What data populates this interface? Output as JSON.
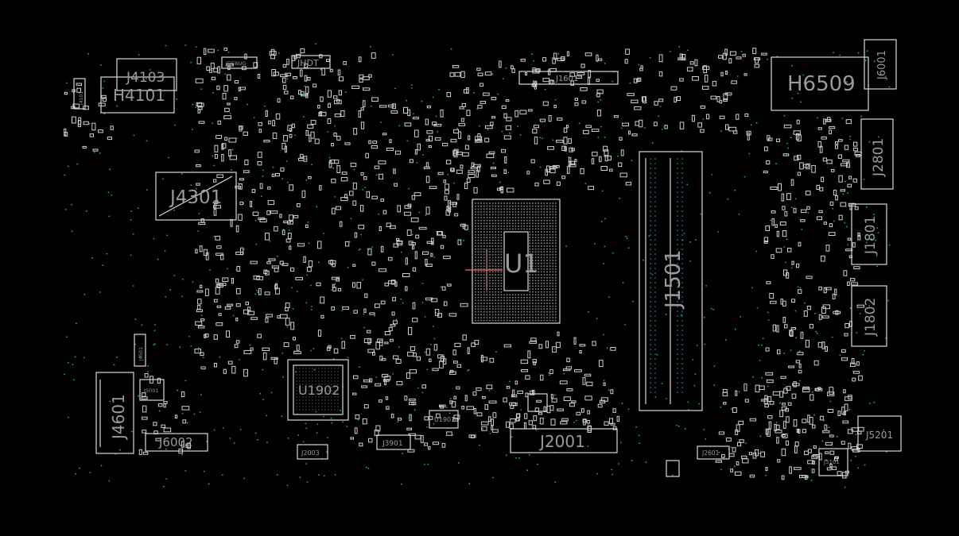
{
  "colors": {
    "background": "#000000",
    "outline": "#d8d8d8",
    "label": "#9a9a9a",
    "via": "#1fa3b8"
  },
  "components": {
    "j4103": "J4103",
    "h4101": "H4101",
    "j4101": "J4101",
    "jdebug": "JDEBUG",
    "jhdt": "JHDT",
    "j1601": "J1601",
    "h6509": "H6509",
    "j6001": "J6001",
    "j2801": "J2801",
    "j4301": "J4301",
    "u1": "U1",
    "j1501": "J1501",
    "j1801": "J1801",
    "j1802": "J1802",
    "j4501": "J4501",
    "j4601": "J4601",
    "j5001": "J5001",
    "j6002": "J6002",
    "u1902": "U1902",
    "j2003": "J2003",
    "j3901": "J3901",
    "u1901": "U1901",
    "j2001": "J2001",
    "j2601": "J2601",
    "j5101": "J5101",
    "j5201": "J5201"
  }
}
